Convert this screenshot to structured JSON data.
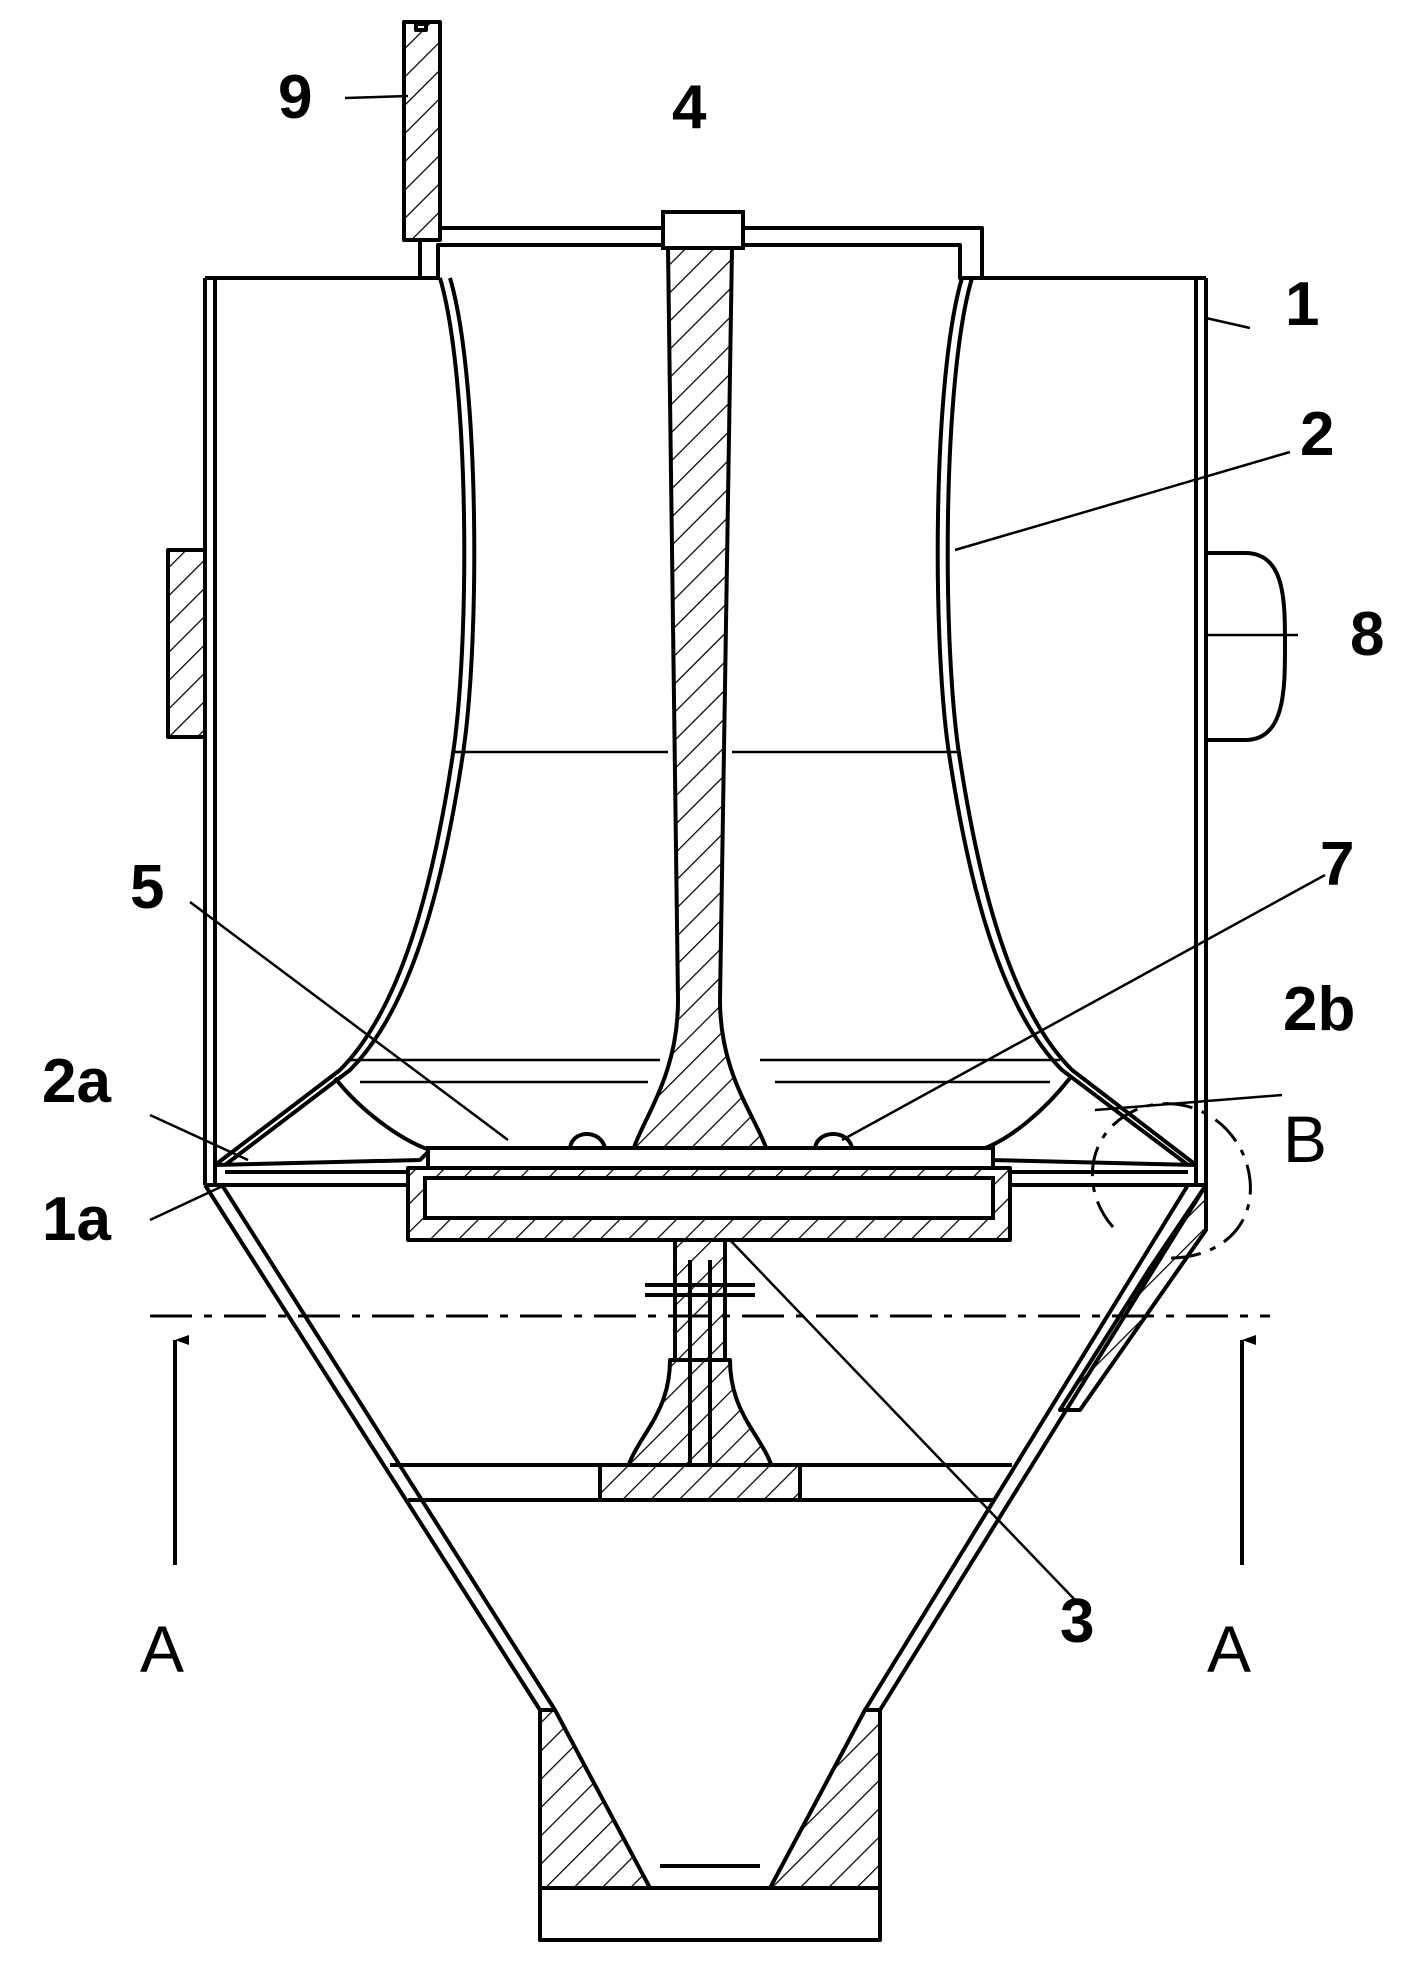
{
  "labels": {
    "l1": "1",
    "l1a": "1a",
    "l2": "2",
    "l2a": "2a",
    "l2b": "2b",
    "l3": "3",
    "l4": "4",
    "l5": "5",
    "l7": "7",
    "l8": "8",
    "l9": "9",
    "lB": "B",
    "lA_left": "A",
    "lA_right": "A"
  }
}
